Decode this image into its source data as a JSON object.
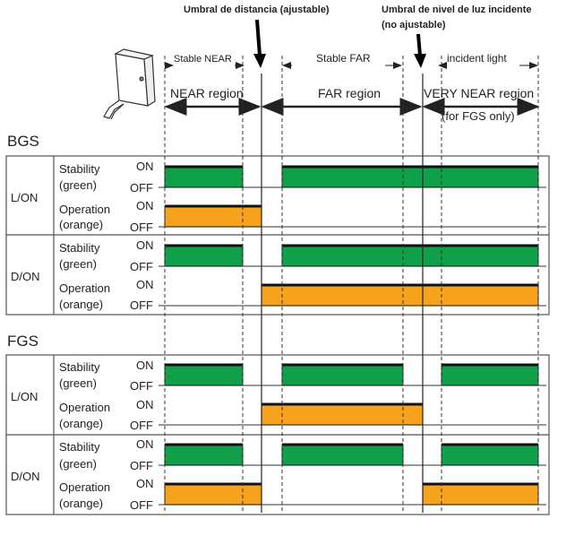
{
  "annotations": {
    "distance_threshold": "Umbral de distancia (ajustable)",
    "light_threshold_line1": "Umbral de nivel de luz incidente",
    "light_threshold_line2": "(no ajustable)"
  },
  "header": {
    "stable_near": "Stable NEAR",
    "stable_far": "Stable FAR",
    "incident_light": "incident light",
    "near_region": "NEAR region",
    "far_region": "FAR region",
    "very_near_region": "VERY NEAR region",
    "for_fgs_only": "(for FGS only)"
  },
  "sections": [
    {
      "title": "BGS",
      "modes": [
        {
          "label": "L/ON",
          "rows": [
            {
              "name1": "Stability",
              "name2": "(green)",
              "on": "ON",
              "off": "OFF"
            },
            {
              "name1": "Operation",
              "name2": "(orange)",
              "on": "ON",
              "off": "OFF"
            }
          ]
        },
        {
          "label": "D/ON",
          "rows": [
            {
              "name1": "Stability",
              "name2": "(green)",
              "on": "ON",
              "off": "OFF"
            },
            {
              "name1": "Operation",
              "name2": "(orange)",
              "on": "ON",
              "off": "OFF"
            }
          ]
        }
      ]
    },
    {
      "title": "FGS",
      "modes": [
        {
          "label": "L/ON",
          "rows": [
            {
              "name1": "Stability",
              "name2": "(green)",
              "on": "ON",
              "off": "OFF"
            },
            {
              "name1": "Operation",
              "name2": "(orange)",
              "on": "ON",
              "off": "OFF"
            }
          ]
        },
        {
          "label": "D/ON",
          "rows": [
            {
              "name1": "Stability",
              "name2": "(green)",
              "on": "ON",
              "off": "OFF"
            },
            {
              "name1": "Operation",
              "name2": "(orange)",
              "on": "ON",
              "off": "OFF"
            }
          ]
        }
      ]
    }
  ],
  "signal_on_segments": {
    "bgs_lon_stability": [
      "stable_near",
      "stable_far"
    ],
    "bgs_lon_operation": [
      "near_region"
    ],
    "bgs_don_stability": [
      "stable_near",
      "stable_far"
    ],
    "bgs_don_operation": [
      "far_region",
      "very_near_region"
    ],
    "fgs_lon_stability": [
      "stable_near",
      "stable_far",
      "incident_light"
    ],
    "fgs_lon_operation": [
      "far_region"
    ],
    "fgs_don_stability": [
      "stable_near",
      "stable_far",
      "incident_light"
    ],
    "fgs_don_operation": [
      "near_region",
      "very_near_region"
    ]
  },
  "colors": {
    "stability": "#10a04a",
    "operation": "#f7a21c",
    "line": "#222222"
  }
}
